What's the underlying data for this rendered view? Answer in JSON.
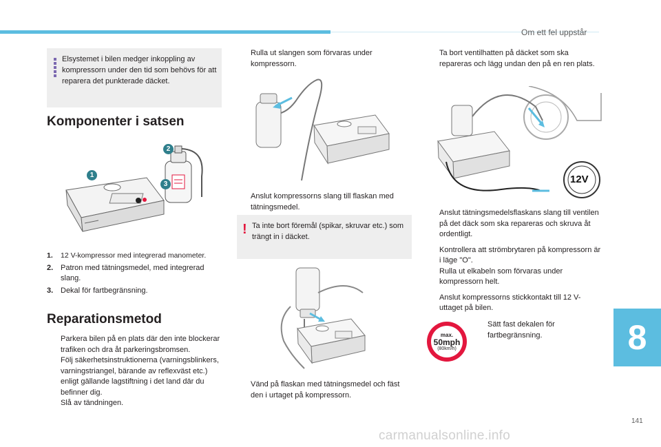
{
  "header": {
    "chapter_title": "Om ett fel uppstår",
    "chapter_number": "8",
    "page_number": "141",
    "watermark": "carmanualsonline.info"
  },
  "col1": {
    "info_text": "Elsystemet i bilen medger inkoppling av kompressorn under den tid som behövs för att reparera det punkterade däcket.",
    "kit_heading": "Komponenter i satsen",
    "callouts": [
      "1",
      "2",
      "3"
    ],
    "components": [
      {
        "num": "1.",
        "text": "12 V-kompressor med integrerad manometer."
      },
      {
        "num": "2.",
        "text": "Patron med tätningsmedel, med integrerad slang."
      },
      {
        "num": "3.",
        "text": "Dekal för fartbegränsning."
      }
    ],
    "repair_heading": "Reparationsmetod",
    "repair_steps": [
      "Parkera bilen på en plats där den inte blockerar trafiken och dra åt parkeringsbromsen.",
      "Följ säkerhetsinstruktionerna (varningsblinkers, varningstriangel, bärande av reflexväst etc.) enligt gällande lagstiftning i det land där du befinner dig.",
      "Slå av tändningen."
    ]
  },
  "col2": {
    "step_unroll": "Rulla ut slangen som förvaras under kompressorn.",
    "step_connect": "Anslut kompressorns slang till flaskan med tätningsmedel.",
    "warning_text": "Ta inte bort föremål (spikar, skruvar etc.) som trängt in i däcket.",
    "step_invert": "Vänd på flaskan med tätningsmedel och fäst den i urtaget på kompressorn."
  },
  "col3": {
    "step_valve": "Ta bort ventilhatten på däcket som ska repareras och lägg undan den på en ren plats.",
    "socket_label": "12V",
    "steps": [
      "Anslut tätningsmedelsflaskans slang till ventilen på det däck som ska repareras och skruva åt ordentligt.",
      "Kontrollera att strömbrytaren på kompressorn är i läge \"O\".",
      "Rulla ut elkabeln som förvaras under kompressorn helt.",
      "Anslut kompressorns stickkontakt till 12 V-uttaget på bilen."
    ],
    "speed_sign": {
      "line1": "max.",
      "line2": "50mph",
      "line3": "(80km/h)"
    },
    "step_sticker": "Sätt fast dekalen för fartbegränsning."
  },
  "bullet_glyph": "",
  "colors": {
    "accent": "#5cbde0",
    "info_mark": "#7b68b0",
    "warn_mark": "#e3173e",
    "badge": "#2f7f8c",
    "sign_red": "#e3173e"
  }
}
